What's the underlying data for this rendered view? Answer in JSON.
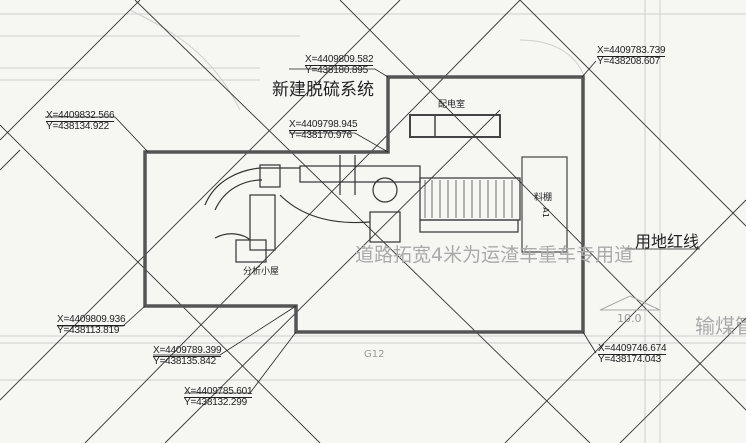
{
  "title": "新建脱硫系统",
  "labels": {
    "substation": "配电室",
    "material_shed": "料棚",
    "shed_code": "A1",
    "analysis_hut": "分析小屋",
    "road_note": "道路拓宽4米为运渣车重车专用道",
    "red_line": "用地红线",
    "slope_value": "10.0",
    "grid_ref": "G12",
    "coal_pipe": "输煤管"
  },
  "coordinates": [
    {
      "x": "X=4409809.582",
      "y": "Y=438180.895"
    },
    {
      "x": "X=4409783.739",
      "y": "Y=438208.607"
    },
    {
      "x": "X=4409832.566",
      "y": "Y=438134.922"
    },
    {
      "x": "X=4409798.945",
      "y": "Y=438170.976"
    },
    {
      "x": "X=4409809.936",
      "y": "Y=438113.819"
    },
    {
      "x": "X=4409789.399",
      "y": "Y=438135.842"
    },
    {
      "x": "X=4409785.601",
      "y": "Y=438132.299"
    },
    {
      "x": "X=4409746.674",
      "y": "Y=438174.043"
    }
  ],
  "colors": {
    "boundary": "#555555",
    "ink": "#222222",
    "faint": "#c4c4c4"
  }
}
